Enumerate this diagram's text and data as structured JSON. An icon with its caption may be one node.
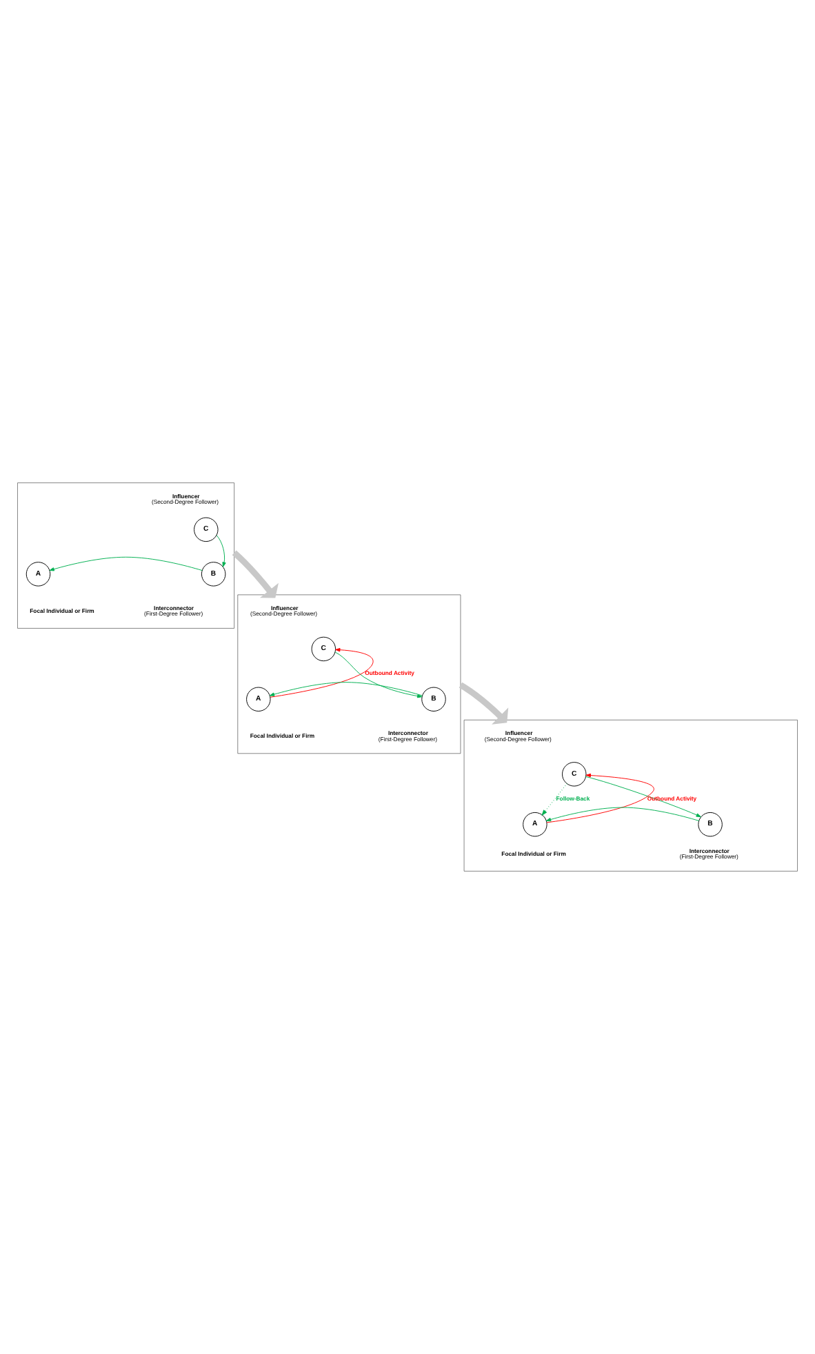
{
  "diagram": {
    "nodes": [
      {
        "text": [],
        "shape": "box"
      },
      {
        "text": [
          "C"
        ],
        "in": 0,
        "beside": [
          "Influencer",
          "(Second-Degree Follower)"
        ]
      },
      {
        "text": [
          "A"
        ],
        "in": 0,
        "beside": [
          "Focal Individual or Firm"
        ]
      },
      {
        "text": [
          "B"
        ],
        "in": 0,
        "beside": [
          "Interconnector",
          "(First-Degree Follower)"
        ]
      },
      {
        "text": [],
        "shape": "box"
      },
      {
        "text": [
          "C"
        ],
        "in": 4,
        "beside": [
          "Influencer",
          "(Second-Degree Follower)"
        ]
      },
      {
        "text": [
          "A"
        ],
        "in": 4,
        "beside": [
          "Focal Individual or Firm"
        ]
      },
      {
        "text": [
          "B"
        ],
        "in": 4,
        "beside": [
          "Interconnector",
          "(First-Degree Follower)"
        ]
      },
      {
        "text": [],
        "shape": "box"
      },
      {
        "text": [
          "C"
        ],
        "in": 8,
        "beside": [
          "Influencer",
          "(Second-Degree Follower)"
        ]
      },
      {
        "text": [
          "A"
        ],
        "in": 8,
        "beside": [
          "Focal Individual or Firm"
        ]
      },
      {
        "text": [
          "B"
        ],
        "in": 8,
        "beside": [
          "Interconnector",
          "(First-Degree Follower)"
        ]
      }
    ],
    "edges": [
      {
        "from": 1,
        "to": 3,
        "arrow": "to"
      },
      {
        "from": 3,
        "to": 2,
        "arrow": "to"
      },
      {
        "from": 0,
        "to": 4,
        "arrow": "to",
        "style": "thick",
        "color": "#c8c8c8"
      },
      {
        "from": 6,
        "to": 5,
        "arrow": "to",
        "label": "Outbound Activity",
        "color": "#ff0000"
      },
      {
        "from": 5,
        "to": 7,
        "arrow": "to"
      },
      {
        "from": 7,
        "to": 6,
        "arrow": "to"
      },
      {
        "from": 4,
        "to": 8,
        "arrow": "to",
        "style": "thick",
        "color": "#c8c8c8"
      },
      {
        "from": 10,
        "to": 9,
        "arrow": "to",
        "label": "Outbound Activity",
        "color": "#ff0000"
      },
      {
        "from": 9,
        "to": 10,
        "arrow": "to",
        "label": "Follow-Back",
        "style": "dashed"
      },
      {
        "from": 9,
        "to": 11,
        "arrow": "to"
      },
      {
        "from": 11,
        "to": 10,
        "arrow": "to"
      }
    ]
  }
}
